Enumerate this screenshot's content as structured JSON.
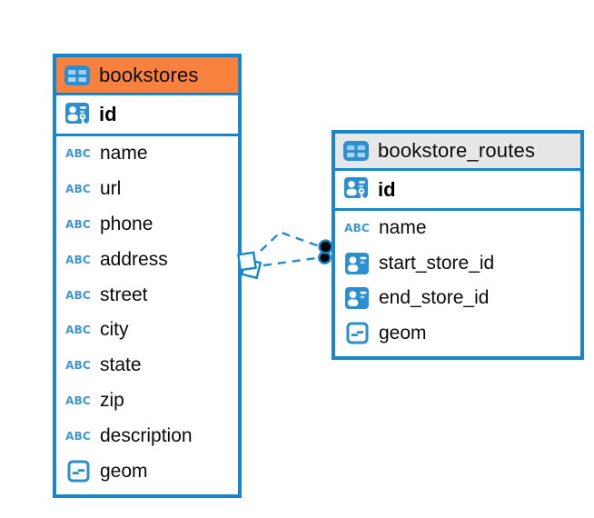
{
  "diagram": {
    "colors": {
      "accent_blue": "#1787C9",
      "icon_blue": "#2B8FD0",
      "relationship_line": "#1E8CCD",
      "bookstores_header": "#F8813E",
      "routes_header": "#E7E7E7"
    },
    "icons": {
      "text_type_label": "ABC"
    },
    "tables": [
      {
        "name": "bookstores",
        "header_color": "#F8813E",
        "primary_key": {
          "name": "id"
        },
        "fields": [
          {
            "name": "name",
            "type": "text"
          },
          {
            "name": "url",
            "type": "text"
          },
          {
            "name": "phone",
            "type": "text"
          },
          {
            "name": "address",
            "type": "text"
          },
          {
            "name": "street",
            "type": "text"
          },
          {
            "name": "city",
            "type": "text"
          },
          {
            "name": "state",
            "type": "text"
          },
          {
            "name": "zip",
            "type": "text"
          },
          {
            "name": "description",
            "type": "text"
          },
          {
            "name": "geom",
            "type": "geometry"
          }
        ]
      },
      {
        "name": "bookstore_routes",
        "header_color": "#E7E7E7",
        "primary_key": {
          "name": "id"
        },
        "fields": [
          {
            "name": "name",
            "type": "text"
          },
          {
            "name": "start_store_id",
            "type": "reference"
          },
          {
            "name": "end_store_id",
            "type": "reference"
          },
          {
            "name": "geom",
            "type": "geometry"
          }
        ]
      }
    ],
    "relationships": [
      {
        "from": "bookstore_routes.start_store_id",
        "to": "bookstores.id",
        "style": "dashed"
      },
      {
        "from": "bookstore_routes.end_store_id",
        "to": "bookstores.id",
        "style": "dashed"
      }
    ]
  }
}
